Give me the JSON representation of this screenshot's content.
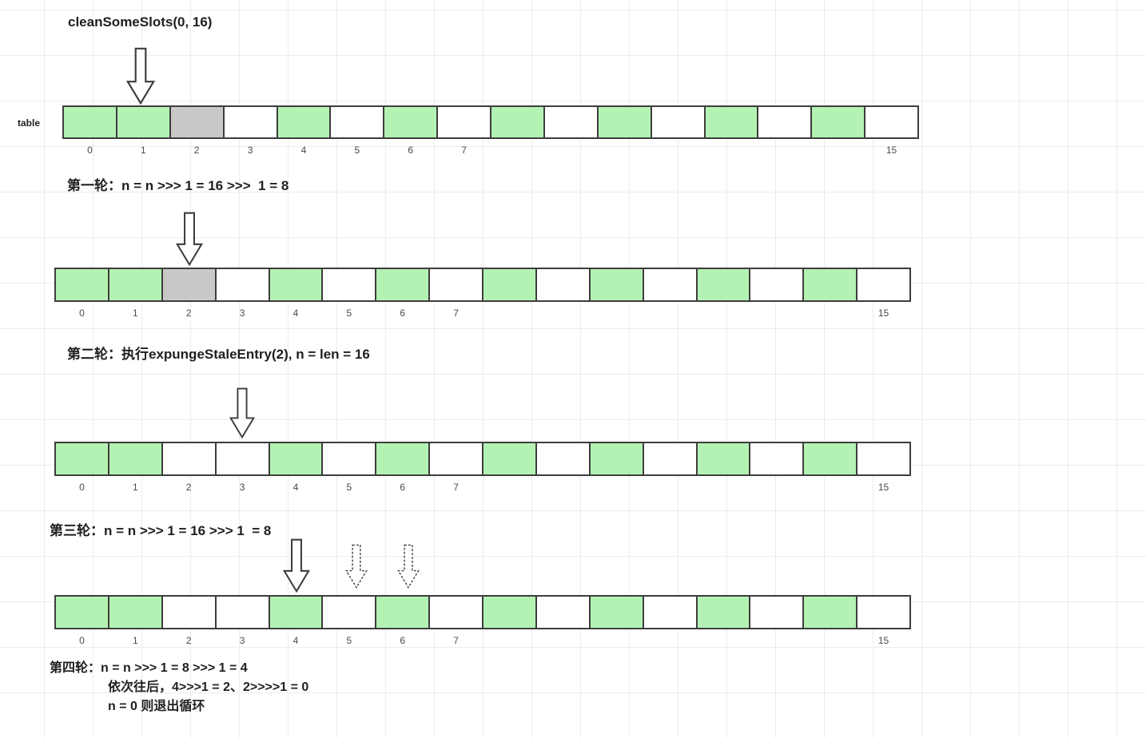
{
  "colors": {
    "cell_green": "#b4f2b4",
    "cell_gray": "#c9c9c9",
    "cell_white": "#ffffff",
    "cell_border": "#3d3d3d",
    "grid_line": "#ececec",
    "text": "#1f1f1f",
    "index_label": "#4a4a4a"
  },
  "title": "cleanSomeSlots(0, 16)",
  "table_label": "table",
  "rounds": {
    "round1": "第一轮：n = n >>> 1 = 16 >>>  1 = 8",
    "round2": "第二轮：执行expungeStaleEntry(2), n = len = 16",
    "round3": "第三轮：n = n >>> 1 = 16 >>> 1  = 8",
    "round4_line1": "第四轮：n = n >>> 1 = 8 >>> 1 = 4",
    "round4_line2": "依次往后，4>>>1 = 2、2>>>>1 = 0",
    "round4_line3": "n = 0 则退出循环"
  },
  "arrays": [
    {
      "name": "table-initial",
      "cells": [
        "green",
        "green",
        "gray",
        "white",
        "green",
        "white",
        "green",
        "white",
        "green",
        "white",
        "green",
        "white",
        "green",
        "white",
        "green",
        "white"
      ],
      "labels": [
        "0",
        "1",
        "2",
        "3",
        "4",
        "5",
        "6",
        "7",
        "",
        "",
        "",
        "",
        "",
        "",
        "",
        "15"
      ]
    },
    {
      "name": "after-round-1",
      "cells": [
        "green",
        "green",
        "gray",
        "white",
        "green",
        "white",
        "green",
        "white",
        "green",
        "white",
        "green",
        "white",
        "green",
        "white",
        "green",
        "white"
      ],
      "labels": [
        "0",
        "1",
        "2",
        "3",
        "4",
        "5",
        "6",
        "7",
        "",
        "",
        "",
        "",
        "",
        "",
        "",
        "15"
      ]
    },
    {
      "name": "after-expunge",
      "cells": [
        "green",
        "green",
        "white",
        "white",
        "green",
        "white",
        "green",
        "white",
        "green",
        "white",
        "green",
        "white",
        "green",
        "white",
        "green",
        "white"
      ],
      "labels": [
        "0",
        "1",
        "2",
        "3",
        "4",
        "5",
        "6",
        "7",
        "",
        "",
        "",
        "",
        "",
        "",
        "",
        "15"
      ]
    },
    {
      "name": "after-round-3",
      "cells": [
        "green",
        "green",
        "white",
        "white",
        "green",
        "white",
        "green",
        "white",
        "green",
        "white",
        "green",
        "white",
        "green",
        "white",
        "green",
        "white"
      ],
      "labels": [
        "0",
        "1",
        "2",
        "3",
        "4",
        "5",
        "6",
        "7",
        "",
        "",
        "",
        "",
        "",
        "",
        "",
        "15"
      ]
    }
  ]
}
